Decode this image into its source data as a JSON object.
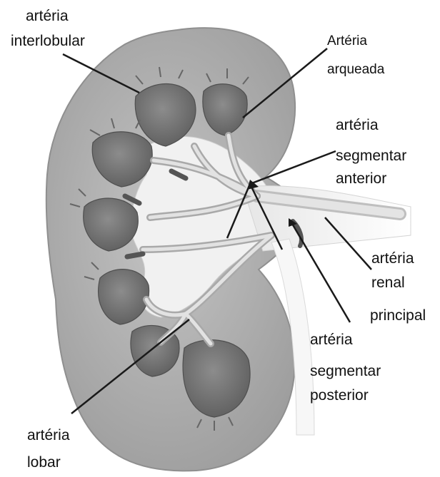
{
  "labels": {
    "interlobular": {
      "line1": "artéria",
      "line2": "interlobular"
    },
    "arqueada": {
      "line1": "Artéria",
      "line2": "arqueada"
    },
    "segmentar_anterior": {
      "line1": "artéria",
      "line2": "segmentar",
      "line3": "anterior"
    },
    "renal_principal": {
      "line1": "artéria",
      "line2": "renal",
      "line3": "principal"
    },
    "segmentar_posterior": {
      "line1": "artéria",
      "line2": "segmentar",
      "line3": "posterior"
    },
    "lobar": {
      "line1": "artéria",
      "line2": "lobar"
    }
  },
  "colors": {
    "cortex": "#b3b3b3",
    "pyramid": "#777777",
    "vessel": "#dcdcdc",
    "sinus": "#f3f3f3",
    "leader": "#1a1a1a"
  }
}
